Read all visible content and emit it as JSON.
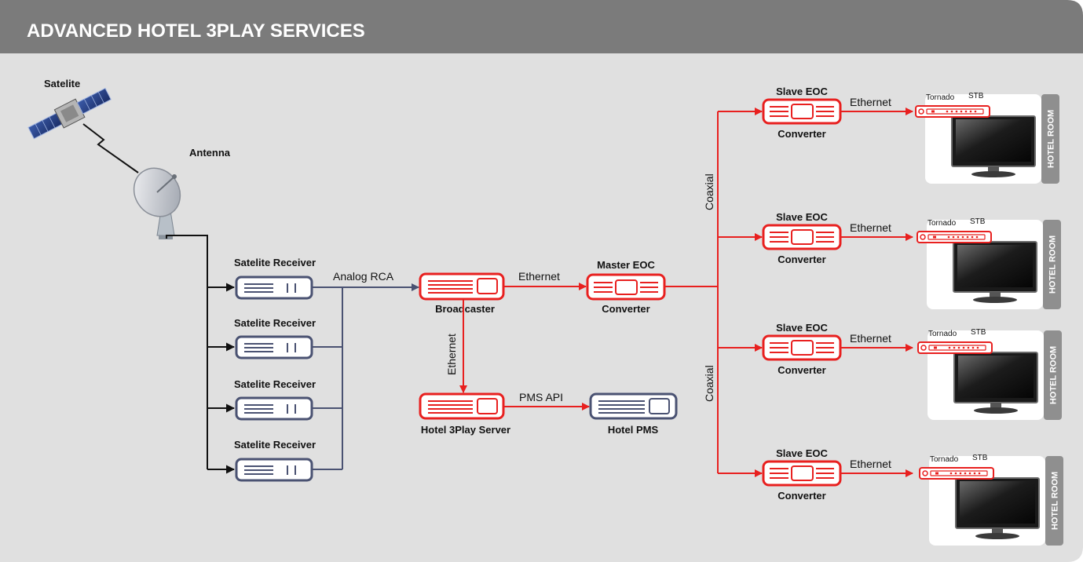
{
  "header": {
    "title": "ADVANCED HOTEL 3PLAY SERVICES"
  },
  "source": {
    "satellite_label": "Satelite",
    "antenna_label": "Antenna"
  },
  "receivers": [
    {
      "label": "Satelite Receiver"
    },
    {
      "label": "Satelite Receiver"
    },
    {
      "label": "Satelite Receiver"
    },
    {
      "label": "Satelite Receiver"
    }
  ],
  "links": {
    "analog_rca": "Analog RCA",
    "ethernet_broadcaster_master": "Ethernet",
    "ethernet_broadcaster_server": "Ethernet",
    "pms_api": "PMS API",
    "coaxial_top": "Coaxial",
    "coaxial_bottom": "Coaxial"
  },
  "broadcaster": {
    "label": "Broadcaster"
  },
  "master_eoc": {
    "title": "Master EOC",
    "subtitle": "Converter"
  },
  "server": {
    "label": "Hotel 3Play Server"
  },
  "pms": {
    "label": "Hotel PMS"
  },
  "rooms": [
    {
      "eoc_title": "Slave EOC",
      "eoc_subtitle": "Converter",
      "link": "Ethernet",
      "stb_brand": "Tornado",
      "stb_model": "STB",
      "room_label": "HOTEL ROOM"
    },
    {
      "eoc_title": "Slave EOC",
      "eoc_subtitle": "Converter",
      "link": "Ethernet",
      "stb_brand": "Tornado",
      "stb_model": "STB",
      "room_label": "HOTEL ROOM"
    },
    {
      "eoc_title": "Slave EOC",
      "eoc_subtitle": "Converter",
      "link": "Ethernet",
      "stb_brand": "Tornado",
      "stb_model": "STB",
      "room_label": "HOTEL ROOM"
    },
    {
      "eoc_title": "Slave EOC",
      "eoc_subtitle": "Converter",
      "link": "Ethernet",
      "stb_brand": "Tornado",
      "stb_model": "STB",
      "room_label": "HOTEL ROOM"
    }
  ],
  "colors": {
    "header_bg": "#7b7b7b",
    "panel_bg": "#e0e0e0",
    "accent_red": "#e8201f",
    "navy": "#4a5272",
    "room_tab": "#8f8f8f"
  }
}
